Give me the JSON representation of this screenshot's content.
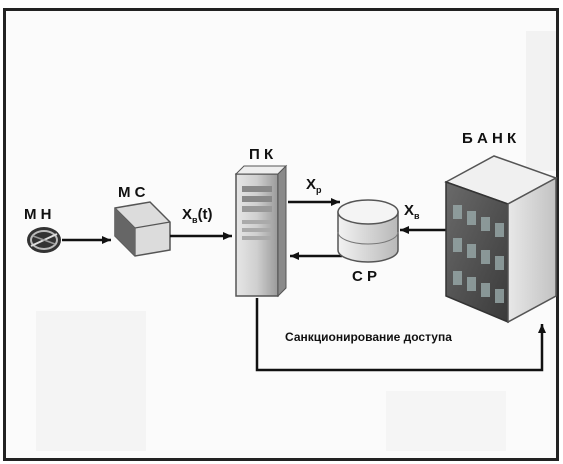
{
  "nodes": {
    "mn": {
      "label": "М Н"
    },
    "ms": {
      "label": "М С"
    },
    "pk": {
      "label": "П К"
    },
    "sr": {
      "label": "С Р"
    },
    "bank": {
      "label": "Б А Н К"
    }
  },
  "edges": {
    "ms_to_pk": {
      "label_main": "X",
      "label_sub": "в",
      "label_tail": "(t)"
    },
    "pk_to_sr": {
      "label_main": "X",
      "label_sub": "р"
    },
    "bank_to_sr": {
      "label_main": "X",
      "label_sub": "в"
    },
    "access": {
      "label": "Санкционирование доступа"
    }
  }
}
